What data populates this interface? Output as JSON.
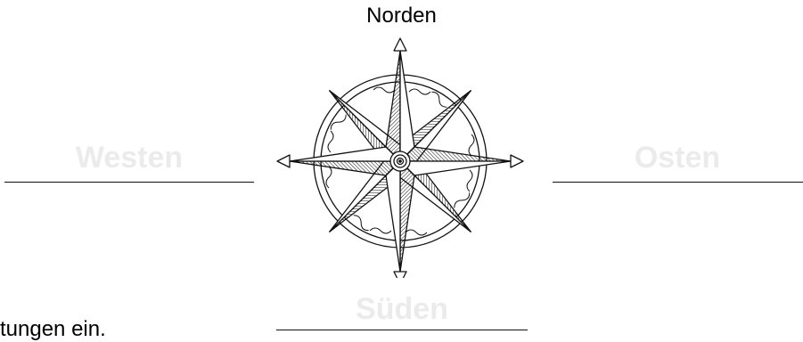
{
  "directions": {
    "north": "Norden",
    "west": "Westen",
    "east": "Osten",
    "south": "Süden"
  },
  "instruction": "tungen ein.",
  "colors": {
    "ink": "#111111",
    "faded_label": "#ebebeb"
  }
}
